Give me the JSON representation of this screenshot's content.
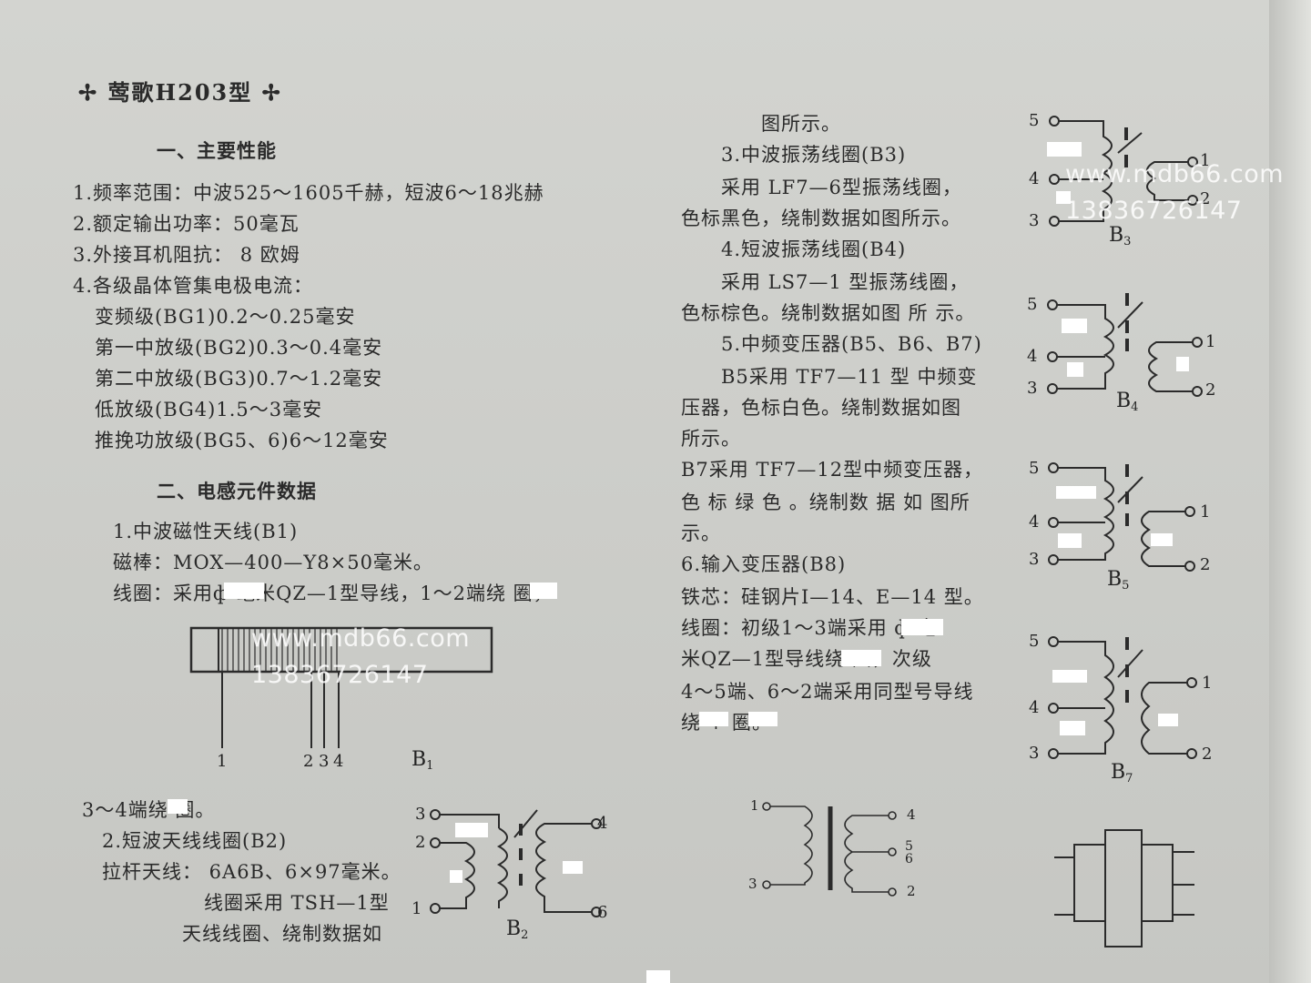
{
  "title": "✢ 莺歌H203型 ✢",
  "section1": {
    "heading": "一、主要性能",
    "items": [
      "1.频率范围：中波525～1605千赫，短波6～18兆赫",
      "2.额定输出功率：50毫瓦",
      "3.外接耳机阻抗： 8 欧姆",
      "4.各级晶体管集电极电流："
    ],
    "currents": [
      "变频级(BG1)0.2～0.25毫安",
      "第一中放级(BG2)0.3～0.4毫安",
      "第二中放级(BG3)0.7～1.2毫安",
      "低放级(BG4)1.5～3毫安",
      "推挽功放级(BG5、6)6～12毫安"
    ]
  },
  "section2": {
    "heading": "二、电感元件数据",
    "b1_lines": [
      "1.中波磁性天线(B1)",
      "磁棒：MOX—400—Y8×50毫米。",
      "线圈：采用ф      毫米QZ—1型导线，1～2端绕      圈，"
    ],
    "b1_tail": "3～4端绕    圈。",
    "b2_lines": [
      "2.短波天线线圈(B2)",
      "拉杆天线： 6A6B、6×97毫米。",
      "线圈采用 TSH—1型",
      "天线线圈、绕制数据如"
    ]
  },
  "right_column": [
    "图所示。",
    "3.中波振荡线圈(B3)",
    "采用 LF7—6型振荡线圈，",
    "色标黑色，绕制数据如图所示。",
    "4.短波振荡线圈(B4)",
    "采用 LS7—1 型振荡线圈，",
    "色标棕色。绕制数据如图 所 示。",
    "5.中频变压器(B5、B6、B7)",
    "B5采用 TF7—11 型 中频变",
    "压器，色标白色。绕制数据如图",
    "所示。",
    "B7采用 TF7—12型中频变压器，",
    "色 标 绿 色 。绕制数 据 如 图所",
    "示。",
    "6.输入变压器(B8)",
    "铁芯：硅钢片I—14、E—14 型。",
    "线圈：初级1～3端采用 ф      毫",
    "米QZ—1型导线绕      圈，次级",
    "4～5端、6～2端采用同型号导线",
    "绕     +     圈。"
  ],
  "diagram_labels": {
    "b1": {
      "name": "B",
      "sub": "1",
      "pins": [
        "1",
        "2",
        "3",
        "4"
      ]
    },
    "b2": {
      "name": "B",
      "sub": "2",
      "pins": [
        "3",
        "2",
        "1",
        "4",
        "6"
      ]
    },
    "b3": {
      "name": "B",
      "sub": "3",
      "pins": [
        "5",
        "4",
        "3",
        "1",
        "2"
      ]
    },
    "b4": {
      "name": "B",
      "sub": "4",
      "pins": [
        "5",
        "4",
        "3",
        "1",
        "2"
      ]
    },
    "b5": {
      "name": "B",
      "sub": "5",
      "pins": [
        "5",
        "4",
        "3",
        "1",
        "2"
      ]
    },
    "b7": {
      "name": "B",
      "sub": "7",
      "pins": [
        "5",
        "4",
        "3",
        "1",
        "2"
      ]
    },
    "b8": {
      "pins": [
        "1",
        "3",
        "4",
        "5",
        "6",
        "2"
      ]
    }
  },
  "watermarks": [
    {
      "url": "www.mdb66.com",
      "phone": "13836726147"
    },
    {
      "url": "www.mdb66.com",
      "phone": "13836726147"
    }
  ]
}
